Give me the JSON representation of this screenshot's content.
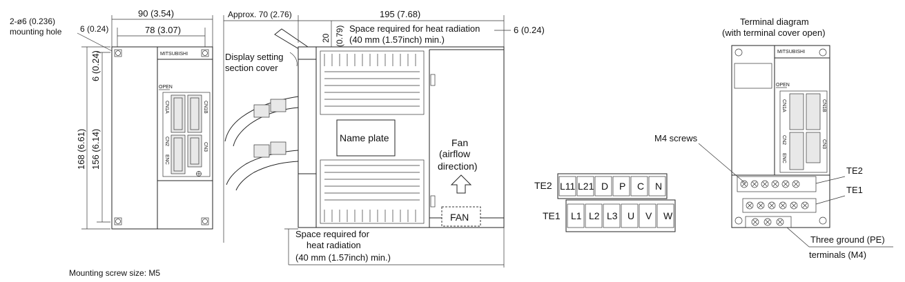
{
  "front": {
    "hole_label_1": "2-ø6 (0.236)",
    "hole_label_2": "mounting hole",
    "brand": "MITSUBISHI",
    "open": "OPEN",
    "width_total": "90 (3.54)",
    "width_holes": "78 (3.07)",
    "offset_left": "6 (0.24)",
    "offset_top": "6 (0.24)",
    "height_total": "168 (6.61)",
    "height_holes": "156 (6.14)",
    "cn1a": "CN1A",
    "cn1b": "CN1B",
    "cn2": "CN2",
    "cn3": "CN3",
    "enc": "ENC",
    "mounting_screw": "Mounting screw size: M5"
  },
  "side": {
    "approx": "Approx. 70 (2.76)",
    "depth": "195 (7.68)",
    "gap_top_1": "20",
    "gap_top_2": "(0.79)",
    "offset_right": "6 (0.24)",
    "heat_top_1": "Space required for heat radiation",
    "heat_top_2": "(40 mm (1.57inch) min.)",
    "display_1": "Display setting",
    "display_2": "section cover",
    "name_plate": "Name plate",
    "fan_1": "Fan",
    "fan_2": "(airflow",
    "fan_3": "direction)",
    "fan_box": "FAN",
    "heat_bot_1": "Space required for",
    "heat_bot_2": "heat radiation",
    "heat_bot_3": "(40 mm (1.57inch) min.)"
  },
  "terminals": {
    "te2_label": "TE2",
    "te2_cells": [
      "L11",
      "L21",
      "D",
      "P",
      "C",
      "N"
    ],
    "te1_label": "TE1",
    "te1_cells": [
      "L1",
      "L2",
      "L3",
      "U",
      "V",
      "W"
    ]
  },
  "diagram": {
    "title_1": "Terminal diagram",
    "title_2": "(with terminal cover open)",
    "brand": "MITSUBISHI",
    "open": "OPEN",
    "m4": "M4 screws",
    "te2": "TE2",
    "te1": "TE1",
    "ground_1": "Three ground (PE)",
    "ground_2": "terminals (M4)"
  },
  "colors": {
    "line": "#222222",
    "panel": "#e8e8e8",
    "background": "#ffffff"
  }
}
